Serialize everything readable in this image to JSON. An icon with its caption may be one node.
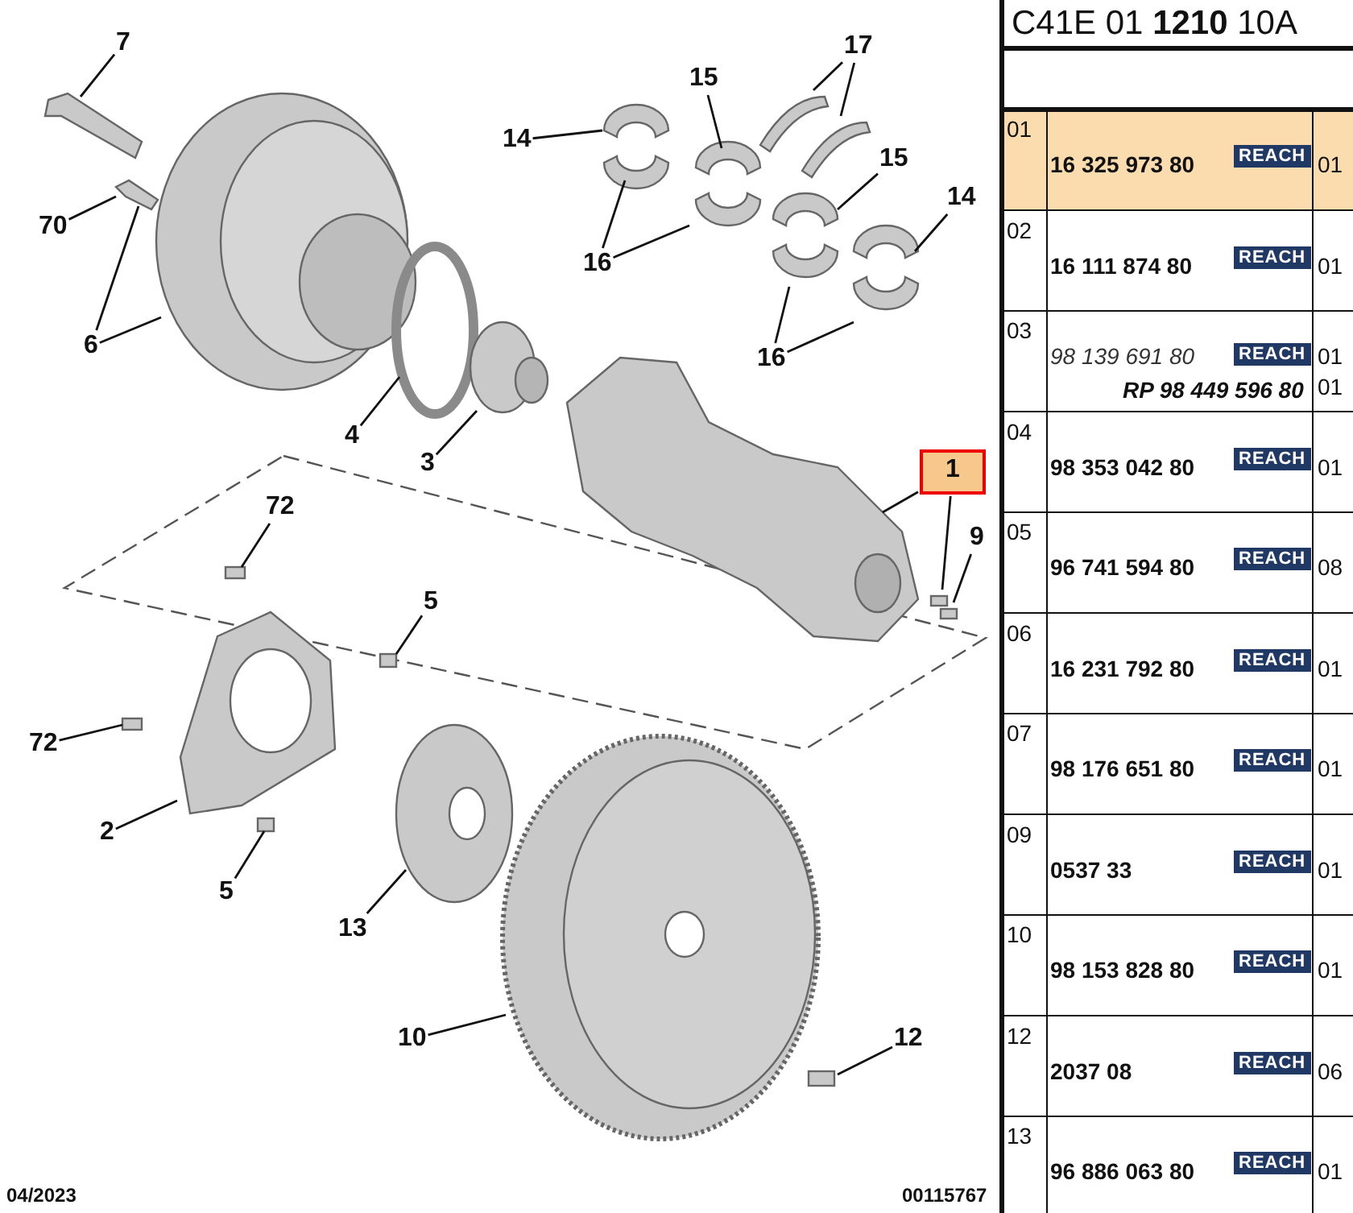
{
  "diagram": {
    "title": "C41E 01 **1210** 10A",
    "nodes": [
      {
        "text": [
          "7"
        ]
      },
      {
        "text": [
          "70"
        ]
      },
      {
        "text": [
          "6"
        ]
      },
      {
        "text": [
          "14"
        ]
      },
      {
        "text": [
          "15"
        ]
      },
      {
        "text": [
          "17"
        ]
      },
      {
        "text": [
          "15"
        ]
      },
      {
        "text": [
          "14"
        ]
      },
      {
        "text": [
          "16"
        ]
      },
      {
        "text": [
          "16"
        ]
      },
      {
        "text": [
          "4"
        ]
      },
      {
        "text": [
          "3"
        ]
      },
      {
        "text": [
          "1"
        ]
      },
      {
        "text": [
          "72"
        ]
      },
      {
        "text": [
          "9"
        ]
      },
      {
        "text": [
          "5"
        ]
      },
      {
        "text": [
          "72"
        ]
      },
      {
        "text": [
          "2"
        ]
      },
      {
        "text": [
          "5"
        ]
      },
      {
        "text": [
          "13"
        ]
      },
      {
        "text": [
          "10"
        ]
      },
      {
        "text": [
          "12"
        ]
      }
    ],
    "edges": [
      {
        "from": 0,
        "to": null,
        "arrow": "none"
      },
      {
        "from": 1,
        "to": null,
        "arrow": "none"
      },
      {
        "from": 2,
        "to": null,
        "arrow": "none"
      },
      {
        "from": 2,
        "to": null,
        "arrow": "none"
      },
      {
        "from": 3,
        "to": null,
        "arrow": "none"
      },
      {
        "from": 4,
        "to": null,
        "arrow": "none"
      },
      {
        "from": 5,
        "to": null,
        "arrow": "none"
      },
      {
        "from": 5,
        "to": null,
        "arrow": "none"
      },
      {
        "from": 6,
        "to": null,
        "arrow": "none"
      },
      {
        "from": 7,
        "to": null,
        "arrow": "none"
      },
      {
        "from": 8,
        "to": null,
        "arrow": "none"
      },
      {
        "from": 8,
        "to": null,
        "arrow": "none"
      },
      {
        "from": 9,
        "to": null,
        "arrow": "none"
      },
      {
        "from": 9,
        "to": null,
        "arrow": "none"
      },
      {
        "from": 10,
        "to": null,
        "arrow": "none"
      },
      {
        "from": 11,
        "to": null,
        "arrow": "none"
      },
      {
        "from": 12,
        "to": null,
        "arrow": "none"
      },
      {
        "from": 12,
        "to": null,
        "arrow": "none"
      },
      {
        "from": 14,
        "to": null,
        "arrow": "none"
      },
      {
        "from": 13,
        "to": null,
        "arrow": "none"
      },
      {
        "from": 15,
        "to": null,
        "arrow": "none"
      },
      {
        "from": 16,
        "to": null,
        "arrow": "none"
      },
      {
        "from": 17,
        "to": null,
        "arrow": "none"
      },
      {
        "from": 18,
        "to": null,
        "arrow": "none"
      },
      {
        "from": 19,
        "to": null,
        "arrow": "none"
      },
      {
        "from": 20,
        "to": null,
        "arrow": "none"
      },
      {
        "from": 21,
        "to": null,
        "arrow": "none"
      }
    ],
    "labels": [
      "01",
      "16 325 973 80",
      "REACH",
      "01",
      "02",
      "16 111 874 80",
      "REACH",
      "01",
      "03",
      "98 139 691 80",
      "REACH",
      "01",
      "RP 98 449 596 80",
      "01",
      "04",
      "98 353 042 80",
      "REACH",
      "01",
      "05",
      "96 741 594 80",
      "REACH",
      "08",
      "06",
      "16 231 792 80",
      "REACH",
      "01",
      "07",
      "98 176 651 80",
      "REACH",
      "01",
      "09",
      "0537 33",
      "REACH",
      "01",
      "10",
      "98 153 828 80",
      "REACH",
      "01",
      "12",
      "2037 08",
      "REACH",
      "06",
      "13",
      "96 886 063 80",
      "REACH",
      "01",
      "04/2023",
      "00115767"
    ]
  }
}
